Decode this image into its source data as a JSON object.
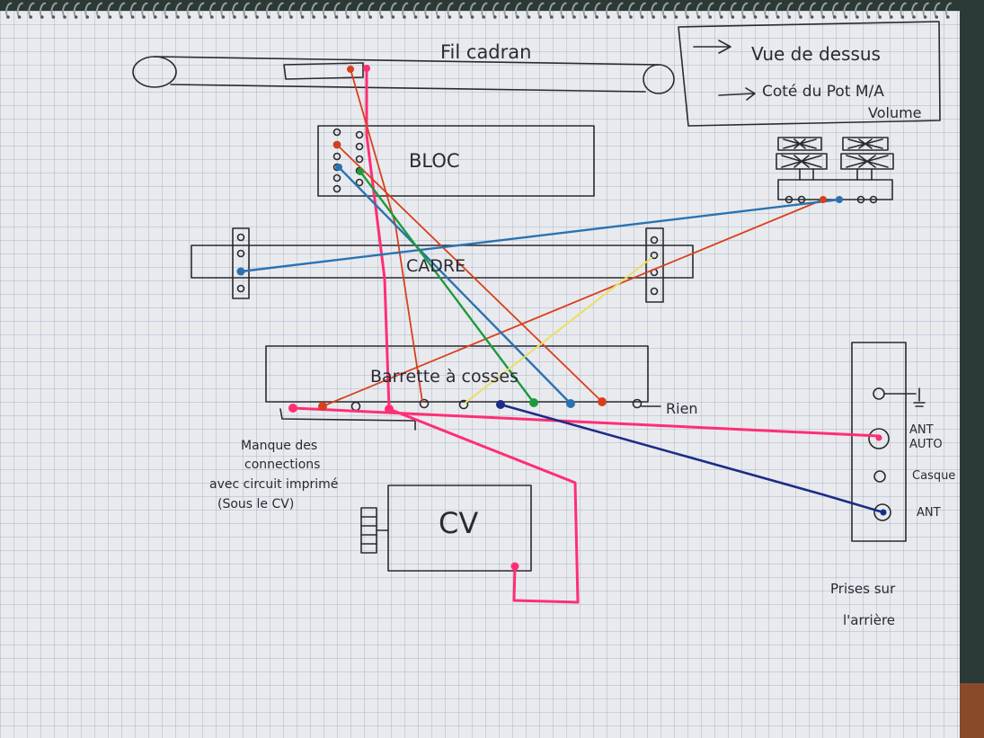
{
  "labels": {
    "fil_cadran": "Fil cadran",
    "legend_line1": "Vue de dessus",
    "legend_line2": "Coté du Pot M/A",
    "legend_line3": "Volume",
    "bloc": "BLOC",
    "cadre": "CADRE",
    "barrette": "Barrette à cosses",
    "rien": "Rien",
    "cv": "CV",
    "note_line1": "Manque des",
    "note_line2": "connections",
    "note_line3": "avec circuit imprimé",
    "note_line4": "(Sous le CV)",
    "jack_earth": "⏚",
    "jack_ant_auto_1": "ANT",
    "jack_ant_auto_2": "AUTO",
    "jack_casque": "Casque",
    "jack_ant": "ANT",
    "prises_line1": "Prises sur",
    "prises_line2": "l'arrière"
  },
  "colors": {
    "pink": "#ff2e74",
    "red": "#d8401c",
    "blue": "#2a72b0",
    "green": "#1e9a3c",
    "yellow": "#e8e060",
    "navy": "#1c2c86",
    "ink": "#2a2a2e"
  }
}
